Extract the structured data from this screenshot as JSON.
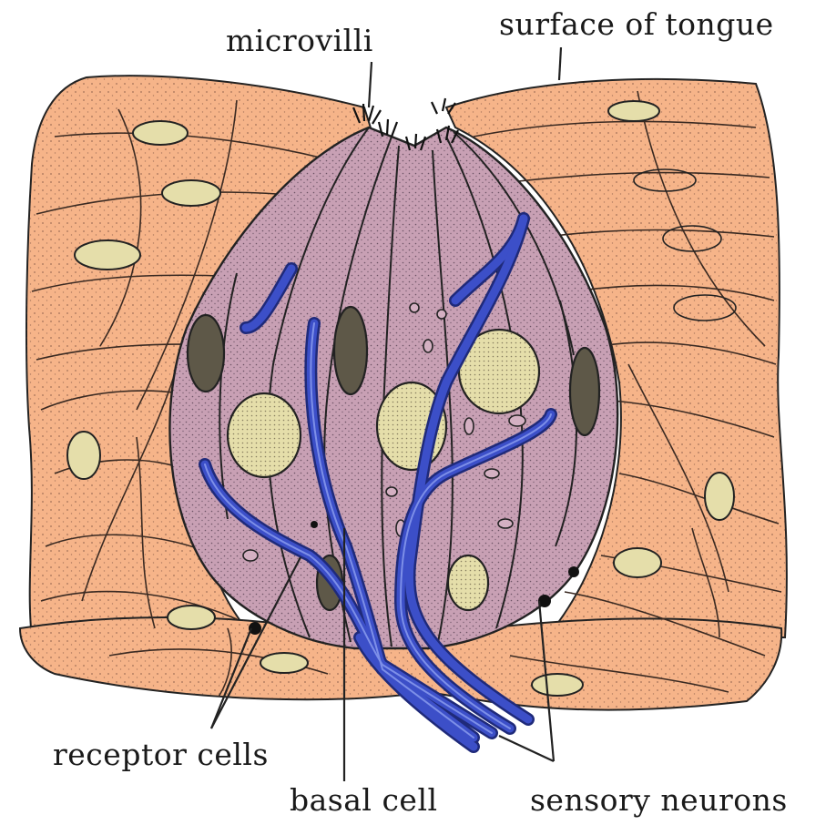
{
  "labels": {
    "microvilli": "microvilli",
    "surface_of_tongue": "surface of tongue",
    "receptor_cells": "receptor cells",
    "basal_cell": "basal cell",
    "sensory_neurons": "sensory neurons"
  },
  "colors": {
    "epithelium": "#f6b489",
    "epithelium_dark": "#e79b70",
    "taste_bud": "#c8a0b4",
    "taste_bud_light": "#d4b0c2",
    "nucleus": "#e5deaa",
    "nerve": "#3c4fc8",
    "outline": "#222222"
  }
}
